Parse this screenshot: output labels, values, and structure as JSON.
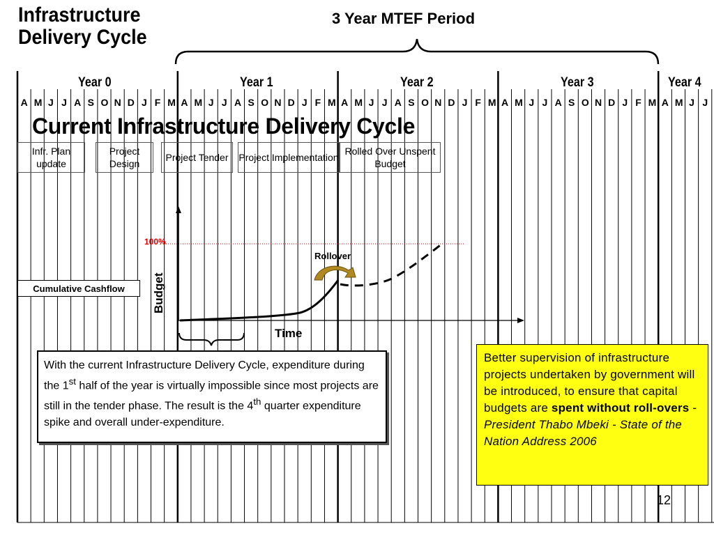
{
  "title_line1": "Infrastructure",
  "title_line2": "Delivery Cycle",
  "mtef_label": "3 Year MTEF Period",
  "years": [
    "Year 0",
    "Year 1",
    "Year 2",
    "Year 3",
    "Year 4"
  ],
  "months": [
    "A",
    "M",
    "J",
    "J",
    "A",
    "S",
    "O",
    "N",
    "D",
    "J",
    "F",
    "M",
    "A",
    "M",
    "J",
    "J",
    "A",
    "S",
    "O",
    "N",
    "D",
    "J",
    "F",
    "M",
    "A",
    "M",
    "J",
    "J",
    "A",
    "S",
    "O",
    "N",
    "D",
    "J",
    "F",
    "M",
    "A",
    "M",
    "J",
    "J",
    "A",
    "S",
    "O",
    "N",
    "D",
    "J",
    "F",
    "M",
    "A",
    "M",
    "J",
    "J"
  ],
  "current_title": "Current Infrastructure Delivery Cycle",
  "phases": [
    {
      "label": "Infr. Plan update",
      "color": "#ffcc99"
    },
    {
      "label": "Project Design",
      "color": "#ffff99"
    },
    {
      "label": "Project Tender",
      "color": "#ccffcc"
    },
    {
      "label": "Project Implementation",
      "color": "#ccffff"
    },
    {
      "label": "Rolled Over Unspent Budget",
      "color": "#ccffff"
    }
  ],
  "cashflow_label": "Cumulative Cashflow",
  "hundred_pct": "100%",
  "rollover_label": "Rollover",
  "budget_label": "Budget",
  "time_label": "Time",
  "note": {
    "p1": "With the current Infrastructure Delivery Cycle, expenditure during the 1",
    "sup1": "st",
    "p2": " half of the year is virtually impossible since most projects are still in the tender phase. The result is the 4",
    "sup2": "th",
    "p3": " quarter expenditure spike and overall under-expenditure."
  },
  "quote": {
    "text": "Better supervision of infrastructure projects undertaken by government will be introduced, to ensure that capital budgets are ",
    "bold": "spent without roll-overs",
    "dash": " - ",
    "italic": "President Thabo Mbeki - State of the Nation Address 2006"
  },
  "page_number": "12",
  "colors": {
    "red": "#e00000",
    "quote_bg": "#ffff11",
    "rollover_arrow": "#b08a20"
  }
}
